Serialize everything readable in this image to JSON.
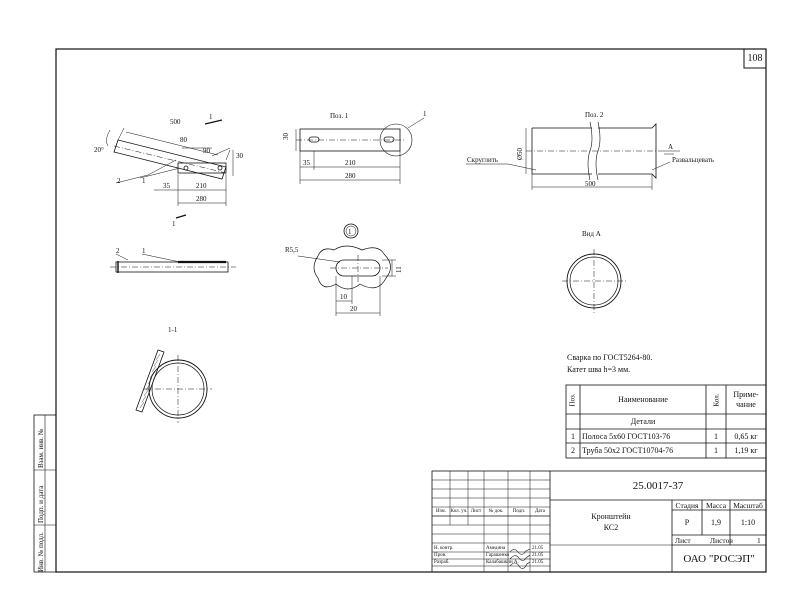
{
  "sheet": {
    "page_number": "108",
    "designation": "25.0017-37",
    "title_line1": "Кронштейн",
    "title_line2": "КС2",
    "stage_header": "Стадия",
    "mass_header": "Масса",
    "scale_header": "Масштаб",
    "stage": "Р",
    "mass": "1,9",
    "scale": "1:10",
    "sheet_label": "Лист",
    "sheets_label": "Листов",
    "sheets_count": "1",
    "company": "ОАО \"РОСЭП\""
  },
  "revision_headers": [
    "Изм.",
    "Кол. уч.",
    "Лист",
    "№ док.",
    "Подп.",
    "Дата"
  ],
  "signatures": [
    {
      "role": "Н. контр.",
      "name": "Амедина",
      "date": "21.05"
    },
    {
      "role": "Пров.",
      "name": "Гарашенко",
      "date": "21.05"
    },
    {
      "role": "Разраб.",
      "name": "Калабашкин А.",
      "date": "21.05"
    }
  ],
  "side_stamp": [
    "Взам. инв. №",
    "Подп. и дата",
    "Инв. № подл."
  ],
  "notes": {
    "line1": "Сварка по ГОСТ5264-80.",
    "line2": "Катет шва h=3 мм."
  },
  "spec": {
    "headers": {
      "pos": "Поз.",
      "name": "Наименование",
      "qty": "Кол.",
      "note_line1": "Приме-",
      "note_line2": "чание"
    },
    "section": "Детали",
    "rows": [
      {
        "pos": "1",
        "name": "Полоса 5х60 ГОСТ103-76",
        "qty": "1",
        "note": "0,65 кг"
      },
      {
        "pos": "2",
        "name": "Труба 50х2 ГОСТ10704-76",
        "qty": "1",
        "note": "1,19 кг"
      }
    ]
  },
  "drawing": {
    "assembly": {
      "dims": [
        "500",
        "80",
        "90",
        "30",
        "35",
        "210",
        "280",
        "20°"
      ],
      "leaders": [
        "2",
        "1"
      ],
      "section_mark": "1"
    },
    "part1": {
      "title": "Поз. 1",
      "dims": [
        "30",
        "35",
        "210",
        "280"
      ],
      "callout": "1"
    },
    "part2": {
      "title": "Поз. 2",
      "dims": [
        "Ø50",
        "500"
      ],
      "note_round": "Скруглить",
      "note_flare": "Развальцевать",
      "view_letter": "А"
    },
    "view_a": {
      "title": "Вид А"
    },
    "detail1": {
      "label": "1",
      "dims": [
        "R5,5",
        "11",
        "10",
        "20"
      ]
    },
    "side_view": {
      "leaders": [
        "2",
        "1"
      ]
    },
    "section": {
      "title": "1-1"
    }
  }
}
